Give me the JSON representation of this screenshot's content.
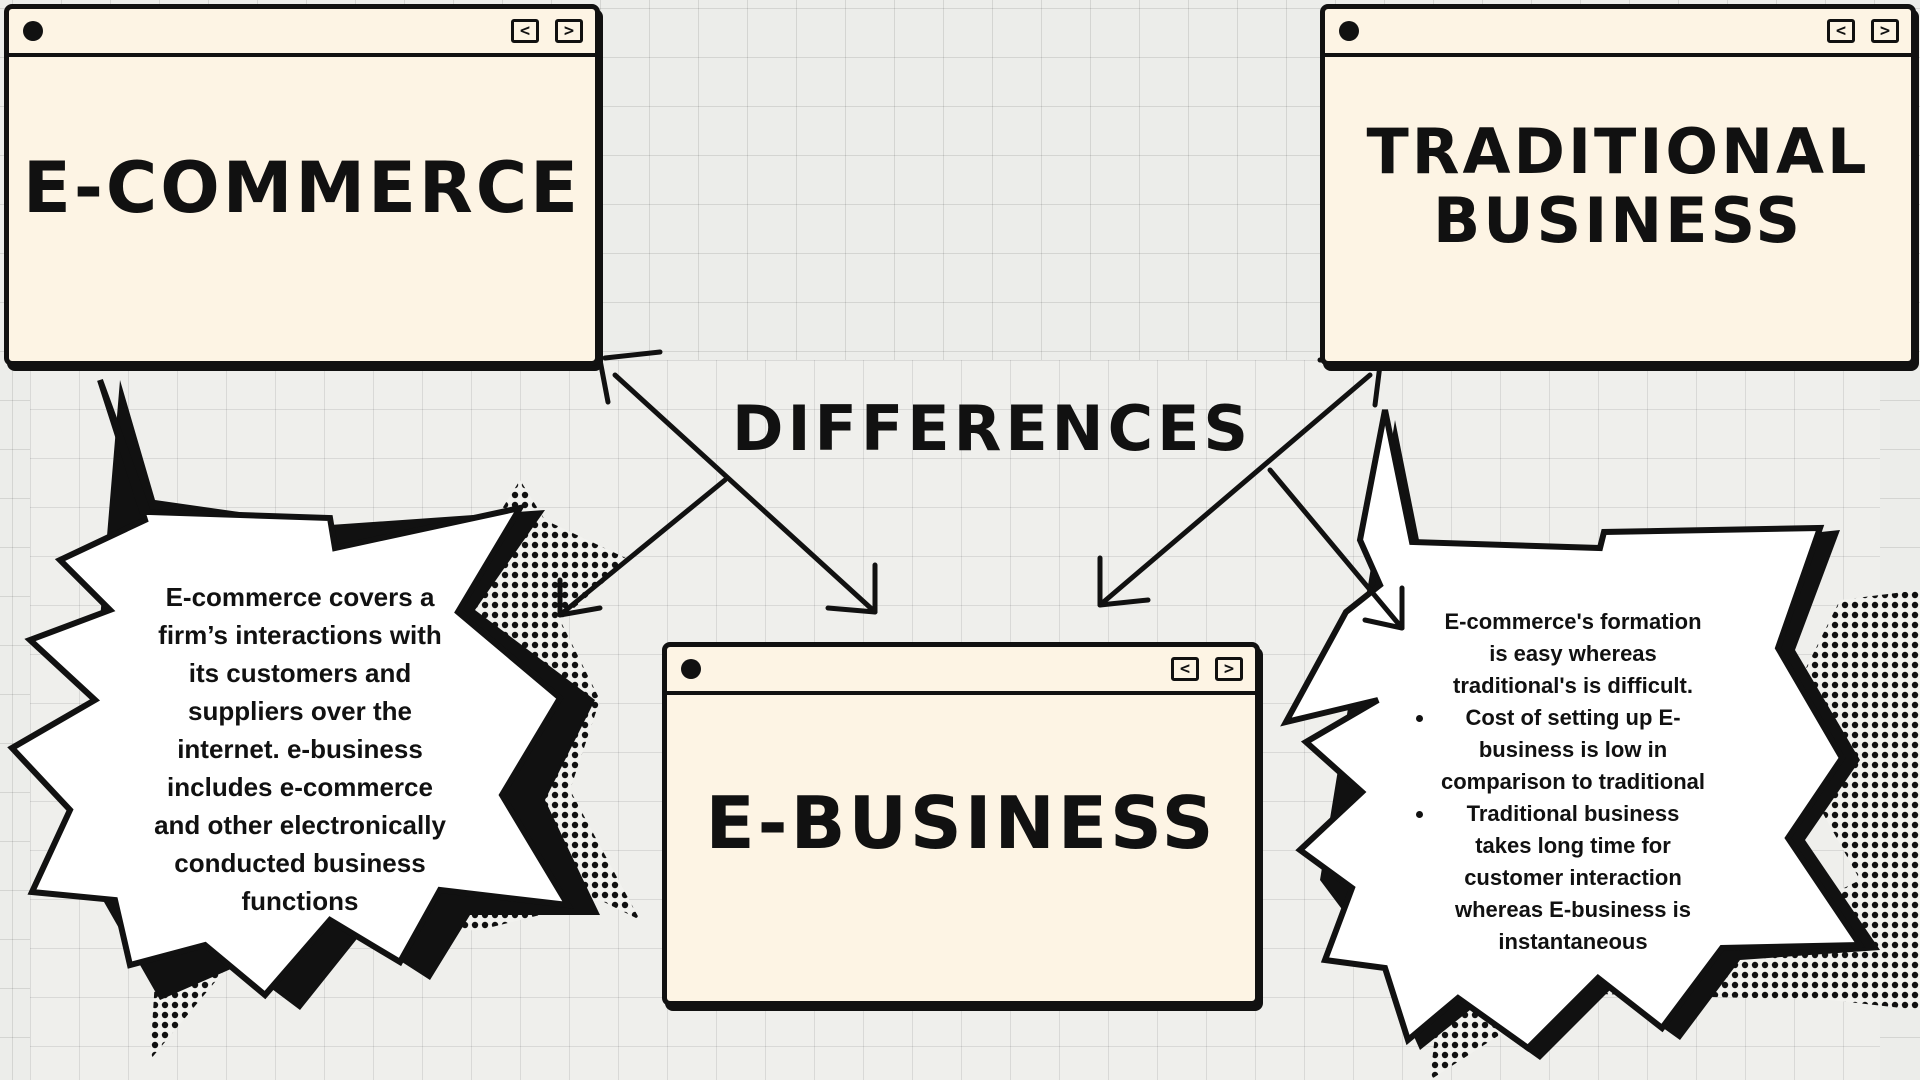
{
  "colors": {
    "ink": "#111111",
    "card": "#fdf4e4",
    "background": "#ecedea"
  },
  "icons": {
    "window_dot": "filled-circle",
    "back": "chevron-left-icon",
    "forward": "chevron-right-icon"
  },
  "nav_glyphs": {
    "back": "<",
    "forward": ">"
  },
  "heading": "DIFFERENCES",
  "windows": {
    "ecommerce": {
      "title": "E-COMMERCE"
    },
    "traditional": {
      "title_line1": "TRADITIONAL",
      "title_line2": "BUSINESS"
    },
    "ebusiness": {
      "title": "E-BUSINESS"
    }
  },
  "left_bubble": {
    "lines": [
      "E-commerce covers a",
      "firm’s interactions with",
      "its customers and",
      "suppliers over the",
      "internet. e-business",
      "includes e-commerce",
      "and other electronically",
      "conducted business",
      "functions"
    ]
  },
  "right_bubble": {
    "items": [
      "E-commerce's formation is easy whereas traditional's is difficult.",
      "Cost of setting up E-business is low in comparison to traditional",
      "Traditional business takes long time for customer interaction whereas E-business is instantaneous"
    ]
  }
}
